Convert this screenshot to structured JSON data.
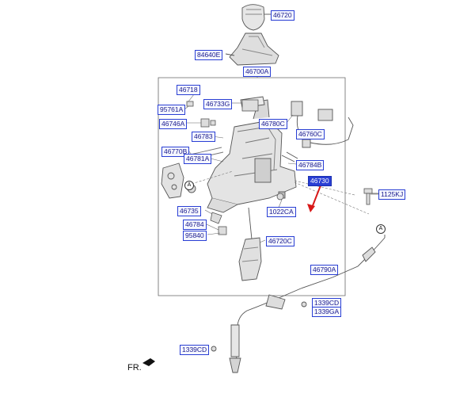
{
  "part_labels": {
    "p46720": "46720",
    "p84640E": "84640E",
    "p46700A": "46700A",
    "p46718": "46718",
    "p46733G": "46733G",
    "p95761A": "95761A",
    "p46746A": "46746A",
    "p46780C": "46780C",
    "p46783": "46783",
    "p46760C": "46760C",
    "p46770B": "46770B",
    "p46781A": "46781A",
    "p46784B": "46784B",
    "p46730": "46730",
    "p1125KJ": "1125KJ",
    "p1022CA": "1022CA",
    "p46735": "46735",
    "p46784": "46784",
    "p95840": "95840",
    "p46720C": "46720C",
    "p46790A": "46790A",
    "p1339CD_right": "1339CD",
    "p1339GA": "1339GA",
    "p1339CD_left": "1339CD"
  },
  "reference_markers": {
    "a1": "A",
    "a2": "A"
  },
  "direction_label": "FR.",
  "colors": {
    "label_border": "#2a3fd4",
    "highlight_fill": "#2a3fd4",
    "arrow": "#d81818"
  }
}
